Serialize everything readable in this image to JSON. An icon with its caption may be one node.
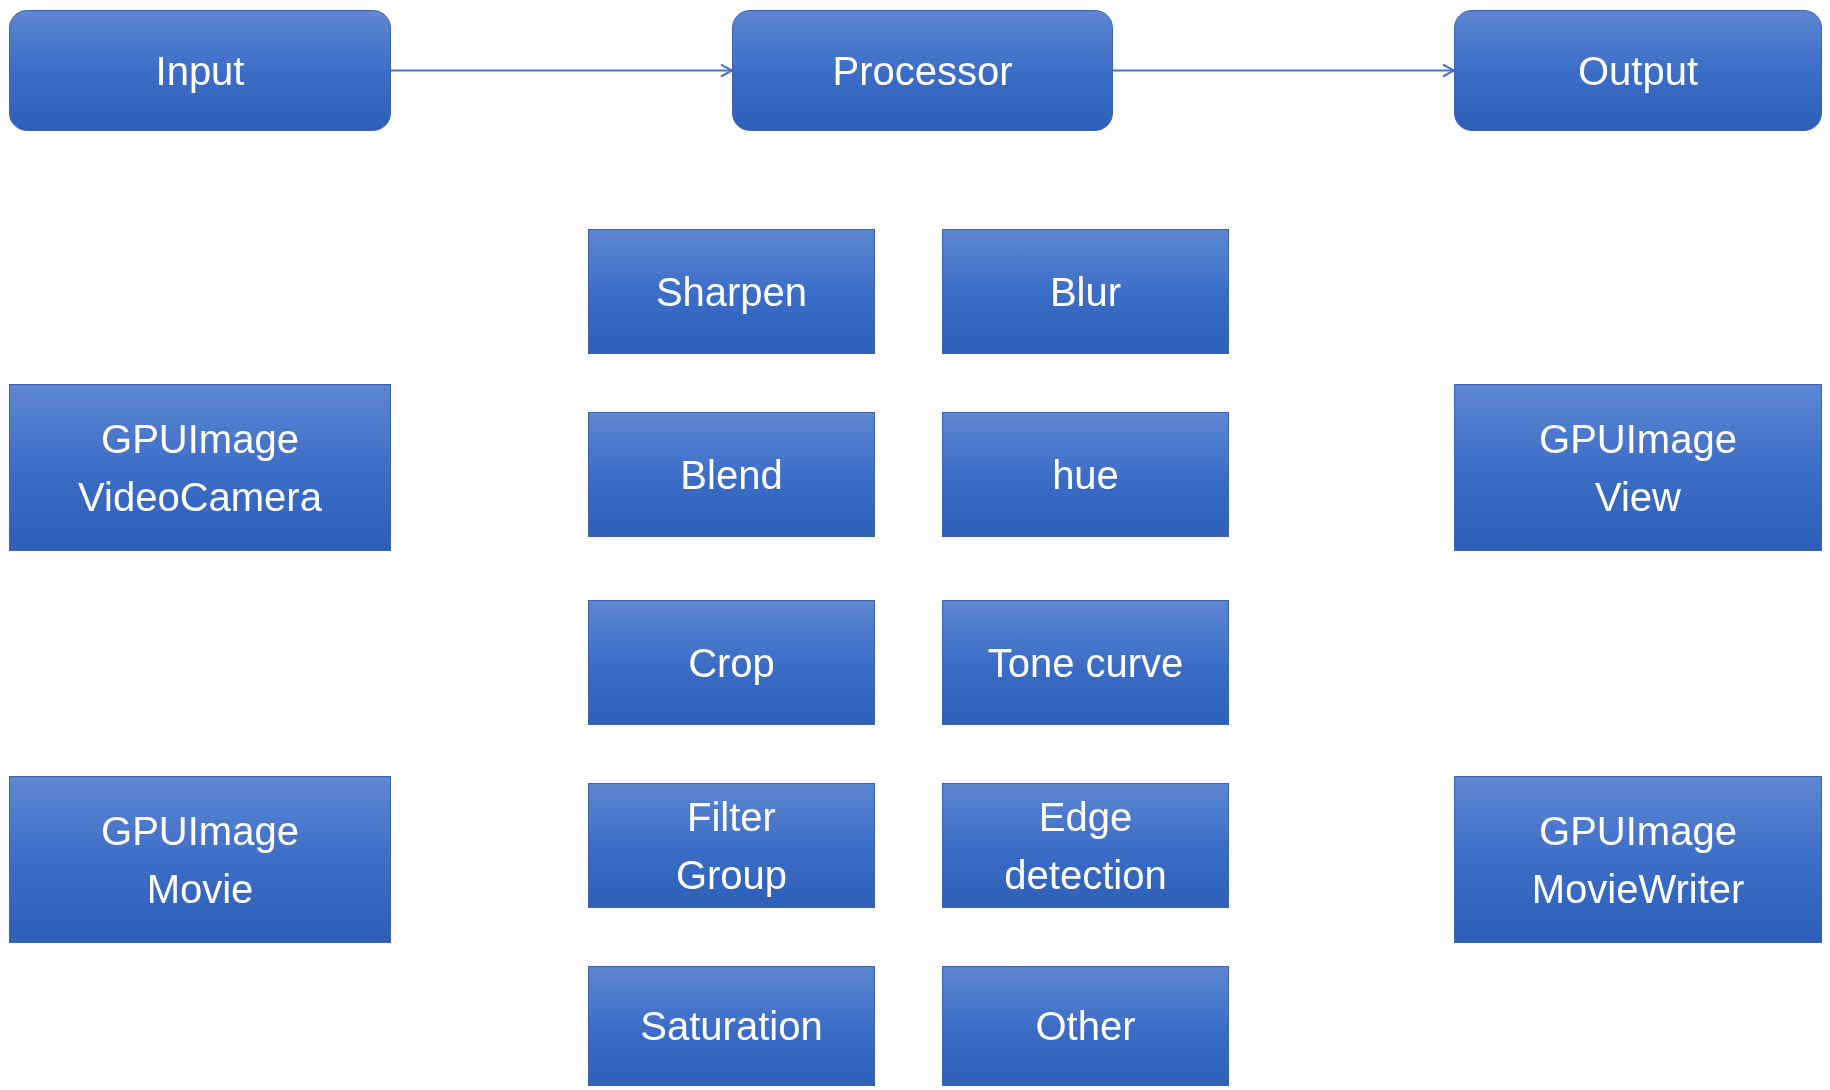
{
  "diagram": {
    "nodes": [
      {
        "text": [
          "Input"
        ]
      },
      {
        "text": [
          "Processor"
        ]
      },
      {
        "text": [
          "Output"
        ]
      },
      {
        "text": [
          "Sharpen"
        ]
      },
      {
        "text": [
          "Blur"
        ]
      },
      {
        "text": [
          "GPUImage VideoCamera"
        ]
      },
      {
        "text": [
          "Blend"
        ]
      },
      {
        "text": [
          "hue"
        ]
      },
      {
        "text": [
          "GPUImage View"
        ]
      },
      {
        "text": [
          "Crop"
        ]
      },
      {
        "text": [
          "Tone curve"
        ]
      },
      {
        "text": [
          "GPUImage Movie"
        ]
      },
      {
        "text": [
          "Filter Group"
        ]
      },
      {
        "text": [
          "Edge detection"
        ]
      },
      {
        "text": [
          "GPUImage MovieWriter"
        ]
      },
      {
        "text": [
          "Saturation"
        ]
      },
      {
        "text": [
          "Other"
        ]
      }
    ],
    "edges": [
      {
        "from": 0,
        "to": 1,
        "arrow": "to"
      },
      {
        "from": 1,
        "to": 2,
        "arrow": "to"
      }
    ]
  }
}
